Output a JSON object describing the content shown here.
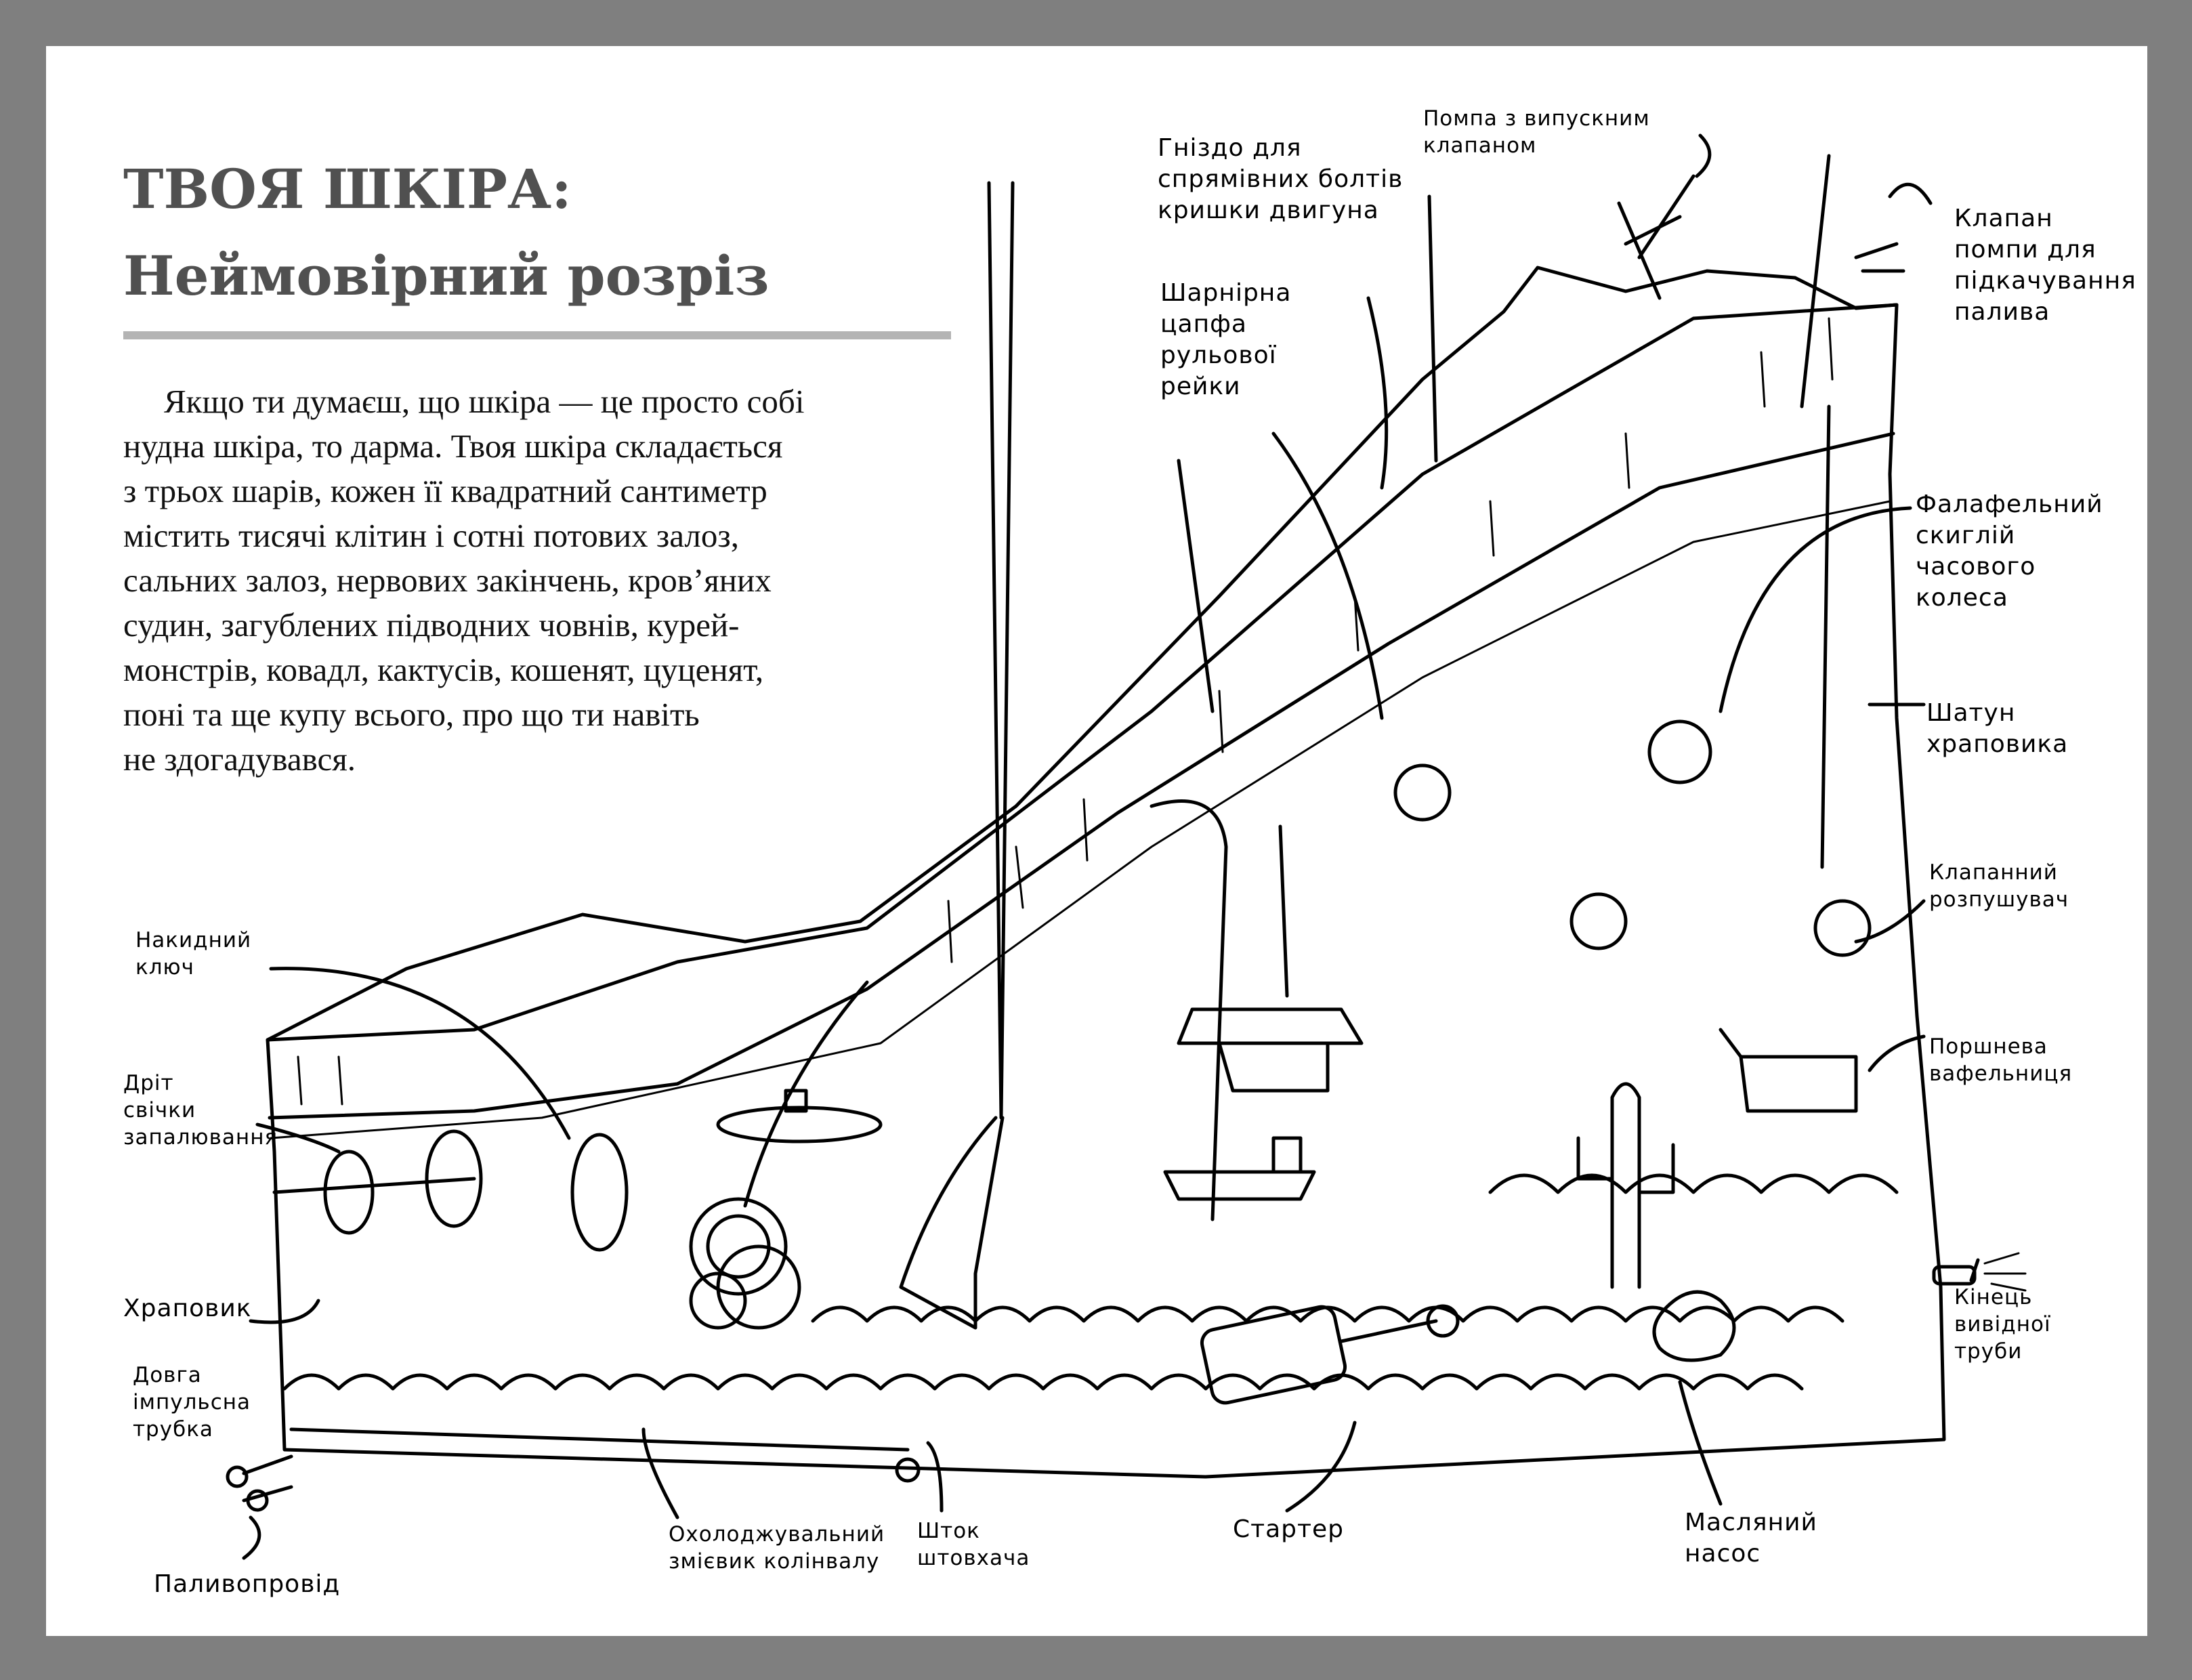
{
  "title": {
    "line1": "ТВОЯ ШКІРА:",
    "line2": "Неймовірний розріз"
  },
  "paragraph": [
    "Якщо ти думаєш, що шкіра — це просто собі",
    "нудна шкіра, то дарма. Твоя шкіра складається",
    "з трьох шарів, кожен її квадратний сантиметр",
    "містить тисячі клітин і сотні потових залоз,",
    "сальних залоз, нервових закінчень, кров’яних",
    "судин, загублених підводних човнів, курей-",
    "монстрів, ковадл, кактусів, кошенят, цуценят,",
    "поні та ще купу всього, про що ти навіть",
    "не здогадувався."
  ],
  "labels": [
    "Гніздо для\nспрямівних болтів\nкришки двигуна",
    "Помпа з випускним\nклапаном",
    "Клапан\nпомпи для\nпідкачування\nпалива",
    "Шарнірна\nцапфа\nрульової\nрейки",
    "Фалафельний\nскиглій\nчасового\nколеса",
    "Шатун\nхраповика",
    "Клапанний\nрозпушувач",
    "Поршнева\nвафельниця",
    "Кінець\nвивідної\nтруби",
    "Накидний\nключ",
    "Дріт\nсвічки\nзапалювання",
    "Храповик",
    "Довга\nімпульсна\nтрубка",
    "Паливопровід",
    "Охолоджувальний\nзмієвик колінвалу",
    "Шток\nштовхача",
    "Стартер",
    "Масляний\nнасос"
  ]
}
